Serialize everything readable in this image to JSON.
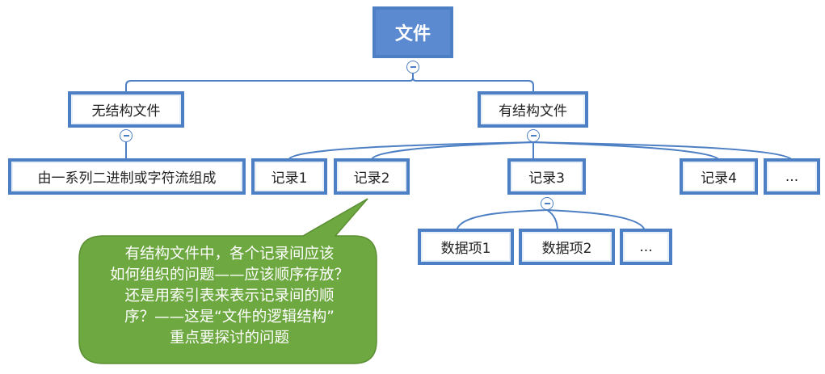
{
  "root": {
    "label": "文件"
  },
  "level1": {
    "unstructured": {
      "label": "无结构文件"
    },
    "structured": {
      "label": "有结构文件"
    }
  },
  "unstructured_child": {
    "label": "由一系列二进制或字符流组成"
  },
  "records": [
    {
      "label": "记录1"
    },
    {
      "label": "记录2"
    },
    {
      "label": "记录3"
    },
    {
      "label": "记录4"
    },
    {
      "label": "..."
    }
  ],
  "data_items": [
    {
      "label": "数据项1"
    },
    {
      "label": "数据项2"
    },
    {
      "label": "..."
    }
  ],
  "callout": {
    "lines": [
      "有结构文件中，各个记录间应该",
      "如何组织的问题——应该顺序存放？",
      "还是用索引表来表示记录间的顺",
      "序？——这是“文件的逻辑结构”",
      "重点要探讨的问题"
    ]
  },
  "colors": {
    "node_border": "#4d7fc4",
    "root_fill": "#5b8ad0",
    "connector": "#4d7fc4",
    "callout_fill": "#6ea841",
    "callout_border": "#5a8f33",
    "callout_text": "#ffffff"
  }
}
